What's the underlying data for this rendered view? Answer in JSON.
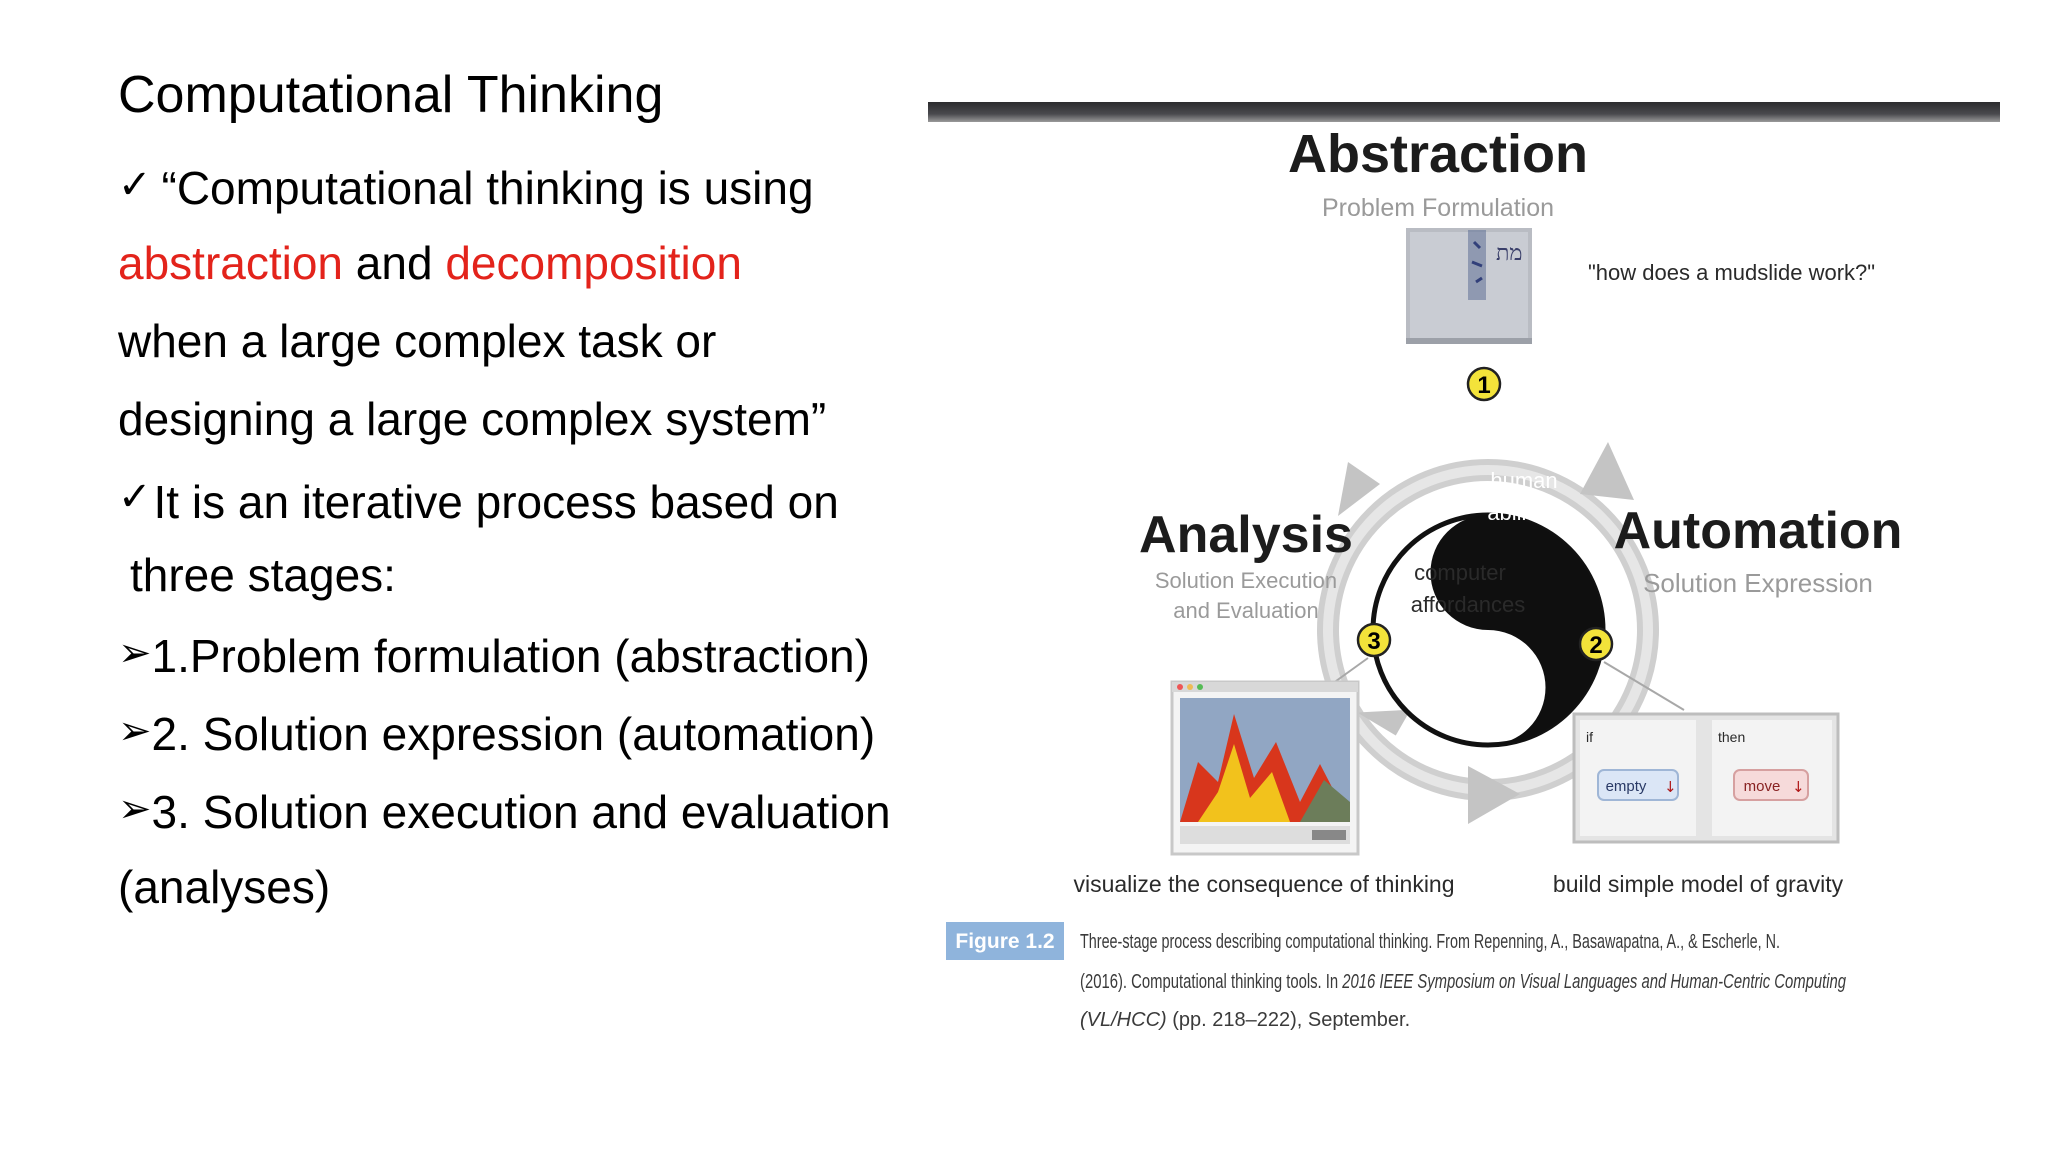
{
  "slide": {
    "title": "Computational Thinking",
    "lines": [
      {
        "quote": "“Computational thinking is using"
      },
      {
        "term1": "abstraction",
        "and": "and",
        "term2": "decomposition"
      },
      {
        "text": "when  a large complex task or"
      },
      {
        "text": "designing a large complex system”"
      },
      {
        "text": "It is an iterative process based on"
      },
      {
        "text": "three stages:"
      },
      {
        "text": "1.Problem formulation (abstraction)"
      },
      {
        "text": "2. Solution expression (automation)"
      },
      {
        "text": "3. Solution execution and evaluation"
      },
      {
        "text": "(analyses)"
      }
    ],
    "colors": {
      "highlight": "#e3231b",
      "text": "#000000"
    },
    "icons": {
      "check": "check-mark-icon",
      "arrow": "arrowhead-bullet-icon"
    }
  },
  "figure": {
    "abstraction": {
      "title": "Abstraction",
      "subtitle": "Problem Formulation"
    },
    "quote": "\"how does a mudslide work?\"",
    "note_text": "מת",
    "analysis": {
      "title": "Analysis",
      "subtitle_1": "Solution Execution",
      "subtitle_2": "and Evaluation"
    },
    "automation": {
      "title": "Automation",
      "subtitle": "Solution Expression"
    },
    "yinyang": {
      "top_1": "human",
      "top_2": "abilities",
      "bottom_1": "computer",
      "bottom_2": "affordances"
    },
    "steps": [
      "1",
      "2",
      "3"
    ],
    "rule": {
      "if": "if",
      "then": "then",
      "condition": "empty",
      "action": "move"
    },
    "label_left": "visualize the consequence of thinking",
    "label_right": "build simple model of gravity",
    "caption": {
      "tag": "Figure 1.2",
      "line1": "Three-stage process describing computational thinking. From Repenning, A., Basawapatna, A., & Escherle, N.",
      "line2_plain": "(2016). Computational thinking tools. In ",
      "line2_italic": "2016 IEEE Symposium on Visual Languages and Human-Centric Computing",
      "line3_italic": "(VL/HCC)",
      "line3_plain": " (pp. 218–222), September."
    },
    "colors": {
      "step_badge": "#f3e33a",
      "caption_tag": "#8fb4dc",
      "ring": "#d4d4d4"
    }
  }
}
